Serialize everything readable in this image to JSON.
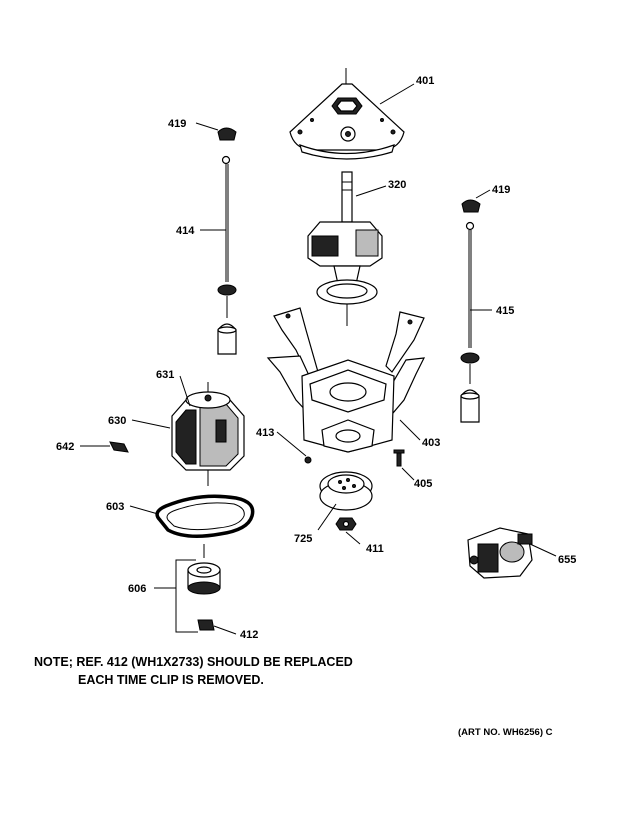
{
  "parts": [
    {
      "id": "p401",
      "label": "401"
    },
    {
      "id": "p419a",
      "label": "419"
    },
    {
      "id": "p419b",
      "label": "419"
    },
    {
      "id": "p320",
      "label": "320"
    },
    {
      "id": "p414",
      "label": "414"
    },
    {
      "id": "p415",
      "label": "415"
    },
    {
      "id": "p631",
      "label": "631"
    },
    {
      "id": "p630",
      "label": "630"
    },
    {
      "id": "p642",
      "label": "642"
    },
    {
      "id": "p413",
      "label": "413"
    },
    {
      "id": "p403",
      "label": "403"
    },
    {
      "id": "p405",
      "label": "405"
    },
    {
      "id": "p603",
      "label": "603"
    },
    {
      "id": "p725",
      "label": "725"
    },
    {
      "id": "p411",
      "label": "411"
    },
    {
      "id": "p655",
      "label": "655"
    },
    {
      "id": "p606",
      "label": "606"
    },
    {
      "id": "p412",
      "label": "412"
    }
  ],
  "note": {
    "line1": "NOTE; REF. 412 (WH1X2733) SHOULD BE REPLACED",
    "line2": "EACH TIME CLIP IS REMOVED."
  },
  "art_number": "(ART NO. WH6256) C"
}
